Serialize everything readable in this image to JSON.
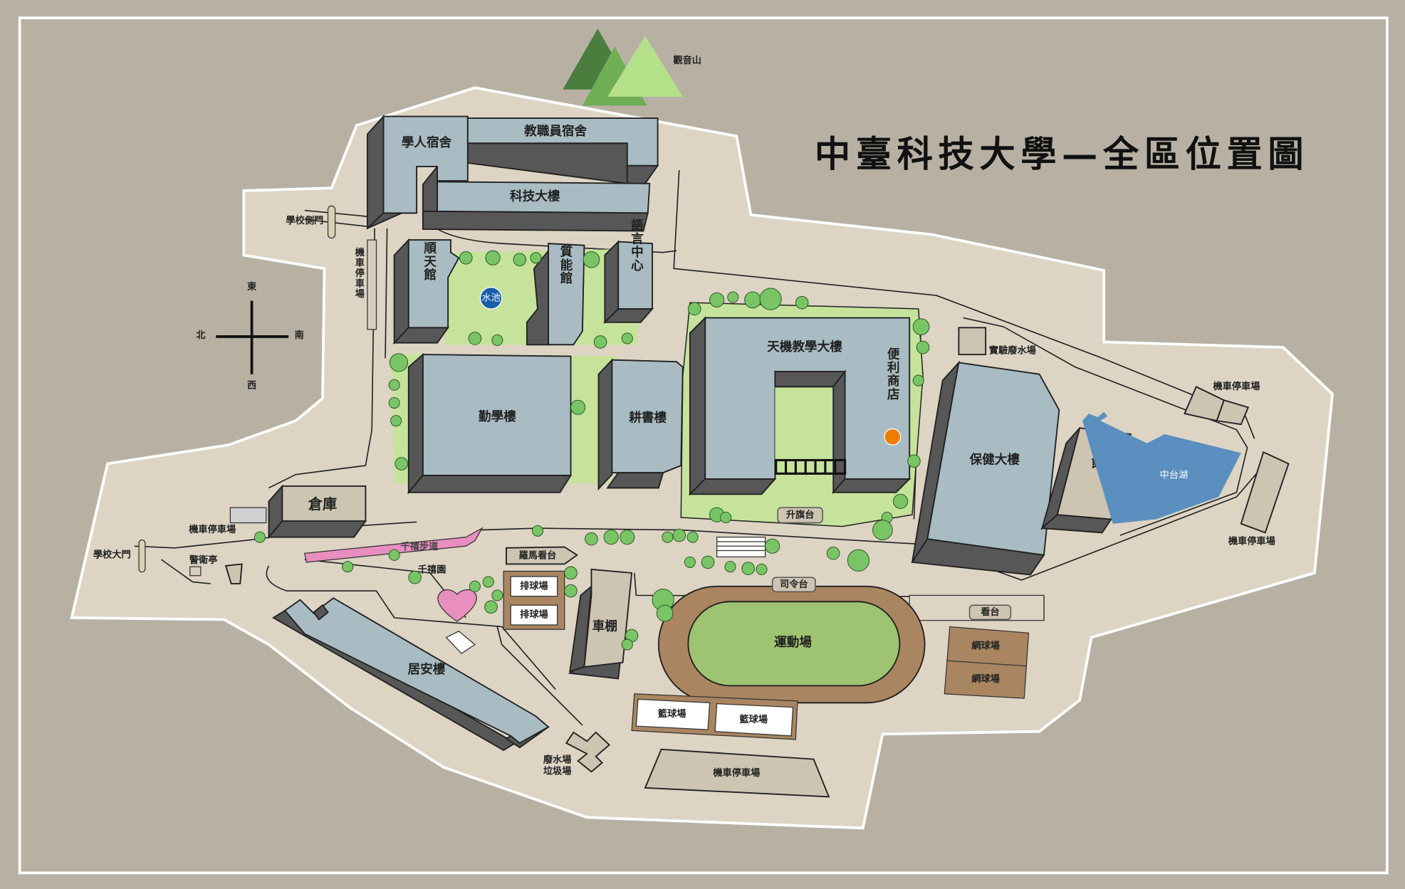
{
  "title": "中臺科技大學—全區位置圖",
  "mountain": "觀音山",
  "compass": {
    "east": "東",
    "west": "西",
    "north": "北",
    "south": "南"
  },
  "buildings": {
    "scholar_dorm": "學人宿舍",
    "staff_dorm": "教職員宿舍",
    "tech_building": "科技大樓",
    "shuntian": "順天館",
    "pond": "水池",
    "zhineng": "質能館",
    "language_center": "語言中心",
    "qinxue": "勤學樓",
    "gengshu": "耕書樓",
    "tianji": "天機教學大樓",
    "convenience_store": "便利商店",
    "flag_platform": "升旗台",
    "health_building": "保健大樓",
    "lab_wastewater": "實驗廢水場",
    "badminton": "羽球館",
    "lake": "中台湖",
    "warehouse": "倉庫",
    "millennium_trail": "千禧步道",
    "millennium_garden": "千禧園",
    "roman_stand": "羅馬看台",
    "volleyball_1": "排球場",
    "volleyball_2": "排球場",
    "car_shed": "車棚",
    "sports_field": "運動場",
    "command_platform": "司令台",
    "grandstand": "看台",
    "tennis_1": "網球場",
    "tennis_2": "網球場",
    "basketball_1": "籃球場",
    "basketball_2": "籃球場",
    "juan": "居安樓",
    "wastewater": "廢水場",
    "garbage": "垃圾場",
    "guard_booth": "警衛亭"
  },
  "gates": {
    "side_gate": "學校側門",
    "main_gate": "學校大門"
  },
  "parking": {
    "west_vertical": "機車停車場",
    "near_warehouse": "機車停車場",
    "east_top": "機車停車場",
    "east_bottom": "機車停車場",
    "south": "機車停車場"
  },
  "colors": {
    "background": "#b8b1a3",
    "campus": "#ddd4c4",
    "building": "#a9bcc3",
    "lawn": "#c6e39c",
    "lake": "#5a8fc0",
    "track": "#a98661",
    "store_marker": "#f07d00",
    "pond": "#1a5ea8"
  }
}
